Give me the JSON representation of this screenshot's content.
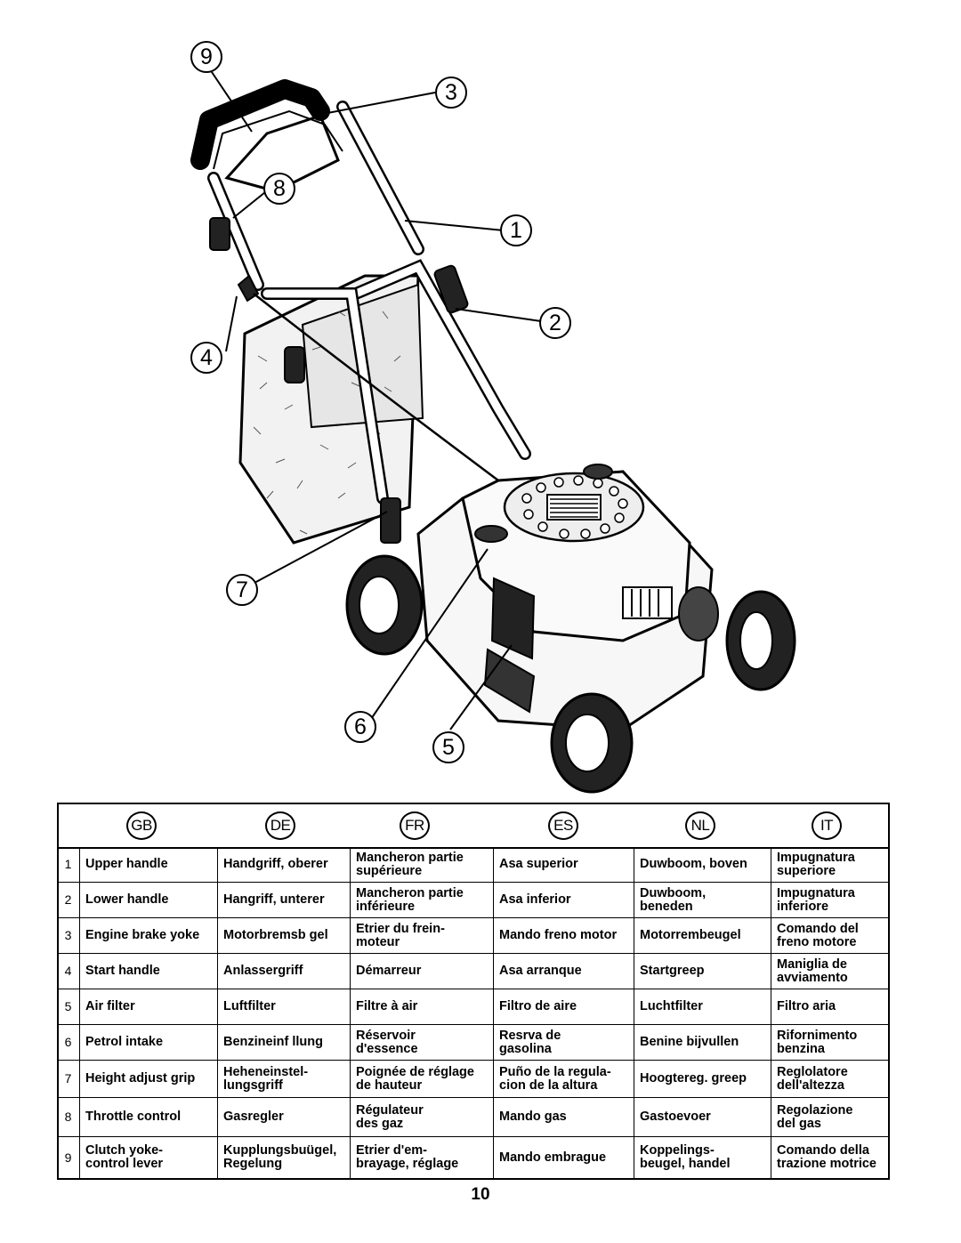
{
  "callouts": [
    "9",
    "3",
    "8",
    "1",
    "2",
    "4",
    "7",
    "6",
    "5"
  ],
  "languages": [
    "GB",
    "DE",
    "FR",
    "ES",
    "NL",
    "IT"
  ],
  "parts": [
    {
      "num": "1",
      "gb": "Upper handle",
      "de": "Handgriff, oberer",
      "fr": "Mancheron partie\nsupérieure",
      "es": "Asa superior",
      "nl": "Duwboom, boven",
      "it": "Impugnatura\nsuperiore"
    },
    {
      "num": "2",
      "gb": "Lower handle",
      "de": "Hangriff, unterer",
      "fr": "Mancheron partie\ninférieure",
      "es": "Asa inferior",
      "nl": "Duwboom,\nbeneden",
      "it": "Impugnatura\ninferiore"
    },
    {
      "num": "3",
      "gb": "Engine brake yoke",
      "de": "Motorbremsb gel",
      "fr": "Etrier du frein-\nmoteur",
      "es": "Mando freno motor",
      "nl": "Motorrembeugel",
      "it": "Comando del\nfreno motore"
    },
    {
      "num": "4",
      "gb": "Start handle",
      "de": "Anlassergriff",
      "fr": "Démarreur",
      "es": "Asa arranque",
      "nl": "Startgreep",
      "it": "Maniglia de\navviamento"
    },
    {
      "num": "5",
      "gb": "Air filter",
      "de": "Luftfilter",
      "fr": "Filtre à air",
      "es": "Filtro de aire",
      "nl": "Luchtfilter",
      "it": "Filtro aria"
    },
    {
      "num": "6",
      "gb": "Petrol intake",
      "de": "Benzineinf llung",
      "fr": "Réservoir\nd'essence",
      "es": "Resrva de\ngasolina",
      "nl": "Benine bijvullen",
      "it": "Rifornimento\nbenzina"
    },
    {
      "num": "7",
      "gb": "Height adjust grip",
      "de": "Heheneinstel-\nlungsgriff",
      "fr": "Poignée de réglage\nde hauteur",
      "es": "Puño de la regula-\ncion de la altura",
      "nl": "Hoogtereg. greep",
      "it": "Reglolatore\ndell'altezza"
    },
    {
      "num": "8",
      "gb": "Throttle control",
      "de": "Gasregler",
      "fr": "Régulateur\ndes gaz",
      "es": "Mando gas",
      "nl": "Gastoevoer",
      "it": "Regolazione\ndel gas"
    },
    {
      "num": "9",
      "gb": "Clutch yoke-\ncontrol lever",
      "de": "Kupplungsbuügel,\nRegelung",
      "fr": "Etrier d'em-\nbrayage, réglage",
      "es": "Mando embrague",
      "nl": "Koppelings-\nbeugel, handel",
      "it": "Comando della\ntrazione motrice"
    }
  ],
  "page_number": "10"
}
